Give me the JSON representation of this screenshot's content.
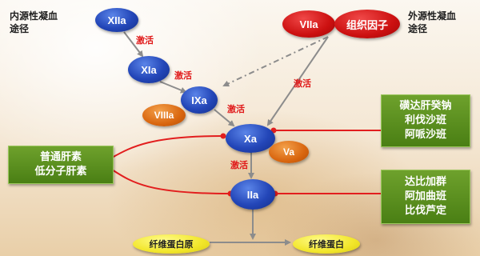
{
  "pathways": {
    "intrinsic": "内源性凝血途径",
    "extrinsic": "外源性凝血途径"
  },
  "factors": {
    "XIIa": "XIIa",
    "XIa": "XIa",
    "IXa": "IXa",
    "VIIIa": "VIIIa",
    "Xa": "Xa",
    "Va": "Va",
    "IIa": "IIa",
    "VIIa": "VIIa",
    "tissue_factor": "组织因子",
    "fibrinogen": "纤维蛋白原",
    "fibrin": "纤维蛋白"
  },
  "activation_label": "激活",
  "drugs": {
    "heparins": [
      "普通肝素",
      "低分子肝素"
    ],
    "xa_inhibitors": [
      "磺达肝癸钠",
      "利伐沙班",
      "阿哌沙班"
    ],
    "thrombin_inhibitors": [
      "达比加群",
      "阿加曲班",
      "比伐芦定"
    ]
  },
  "colors": {
    "factor_blue": "#2346b8",
    "cofactor_orange": "#d9660f",
    "extrinsic_red": "#cc1010",
    "product_yellow": "#f2e62a",
    "drug_green": "#4a7f14",
    "inhibition_red": "#e21e1e",
    "activation_gray": "#8c8c8c"
  }
}
